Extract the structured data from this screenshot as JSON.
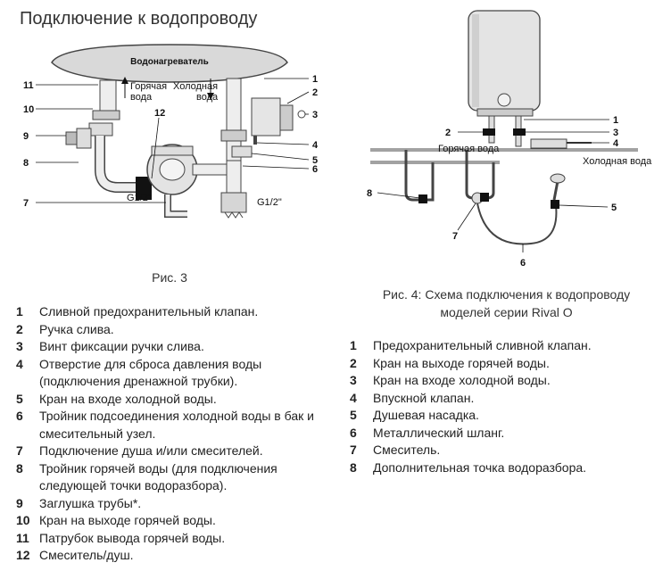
{
  "title": "Подключение к водопроводу",
  "figure3": {
    "caption": "Рис. 3",
    "heater_label": "Водонагреватель",
    "hot_water": [
      "Горячая",
      "вода"
    ],
    "cold_water": [
      "Холодная",
      "вода"
    ],
    "thread_left": "G1/2\"",
    "thread_right": "G1/2\"",
    "callouts": [
      "1",
      "2",
      "3",
      "4",
      "5",
      "6",
      "7",
      "8",
      "9",
      "10",
      "11",
      "12"
    ]
  },
  "figure4": {
    "caption_line1": "Рис. 4: Схема подключения к водопроводу",
    "caption_line2": "моделей серии Rival O",
    "hot_water": "Горячая вода",
    "cold_water": "Холодная вода",
    "callouts": [
      "1",
      "2",
      "3",
      "4",
      "5",
      "6",
      "7",
      "8"
    ]
  },
  "list3": [
    {
      "num": "1",
      "text": "Сливной предохранительный клапан."
    },
    {
      "num": "2",
      "text": "Ручка слива."
    },
    {
      "num": "3",
      "text": "Винт фиксации ручки слива."
    },
    {
      "num": "4",
      "text": "Отверстие для сброса давления воды (подключения дренажной трубки)."
    },
    {
      "num": "5",
      "text": "Кран на входе холодной воды."
    },
    {
      "num": "6",
      "text": "Тройник подсоединения холодной воды в бак и смесительный узел."
    },
    {
      "num": "7",
      "text": "Подключение душа и/или смесителей."
    },
    {
      "num": "8",
      "text": "Тройник горячей воды (для подключения следующей точки водоразбора)."
    },
    {
      "num": "9",
      "text": "Заглушка трубы*."
    },
    {
      "num": "10",
      "text": "Кран на выходе горячей воды."
    },
    {
      "num": "11",
      "text": "Патрубок вывода горячей воды."
    },
    {
      "num": "12",
      "text": "Смеситель/душ."
    }
  ],
  "list4": [
    {
      "num": "1",
      "text": "Предохранительный сливной клапан."
    },
    {
      "num": "2",
      "text": "Кран на выходе горячей воды."
    },
    {
      "num": "3",
      "text": "Кран на входе холодной воды."
    },
    {
      "num": "4",
      "text": "Впускной клапан."
    },
    {
      "num": "5",
      "text": "Душевая насадка."
    },
    {
      "num": "6",
      "text": "Металлический шланг."
    },
    {
      "num": "7",
      "text": "Смеситель."
    },
    {
      "num": "8",
      "text": "Дополнительная точка водоразбора."
    }
  ]
}
